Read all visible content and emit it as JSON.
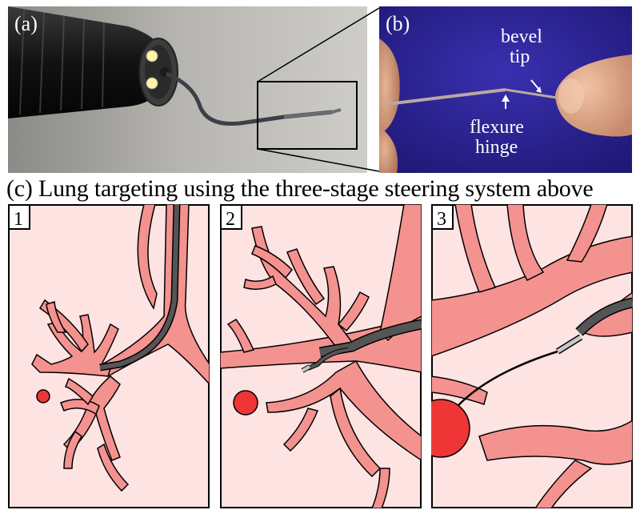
{
  "photos": {
    "a": {
      "label": "(a)"
    },
    "b": {
      "label": "(b)",
      "annotations": [
        "bevel",
        "tip",
        "flexure",
        "hinge"
      ]
    }
  },
  "caption_c": "(c) Lung targeting using the three-stage steering system above",
  "panels": [
    {
      "number": "1"
    },
    {
      "number": "2"
    },
    {
      "number": "3"
    }
  ],
  "colors": {
    "background_pink": "#fde3e2",
    "airway": "#f4928f",
    "outline": "#000000",
    "target": "#ee3636",
    "scope_dark": "#555555",
    "needle_light": "#c8c8c8",
    "photo_b_bg": "#2b2090"
  }
}
